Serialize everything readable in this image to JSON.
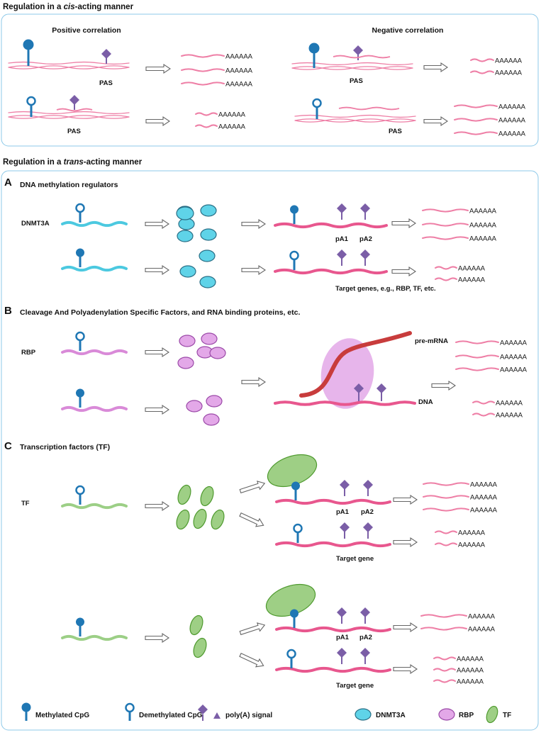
{
  "colors": {
    "mrna": "#e8578e",
    "mrna_light": "#ee7fa6",
    "pa_signal": "#7b5ea7",
    "cpg": "#1f77b4",
    "dnmt3a_fill": "#5fd3e8",
    "dnmt3a_stroke": "#2a6f86",
    "dnmt3a_gene": "#4cc9e0",
    "rbp_fill": "#e3a8e8",
    "rbp_stroke": "#9b4aa8",
    "rbp_gene": "#d98ad8",
    "tf_fill": "#9ecf85",
    "tf_stroke": "#4f9a2f",
    "tf_gene": "#9ccf86",
    "premrna": "#c83c3c",
    "frame": "#8cc8e8",
    "arrow": "#666666"
  },
  "cis": {
    "title_prefix": "Regulation in a ",
    "title_italic": "cis",
    "title_suffix": "-acting manner",
    "positive": "Positive correlation",
    "negative": "Negative correlation",
    "pas": "PAS",
    "polyA": "AAAAAA"
  },
  "trans": {
    "title_prefix": "Regulation in a ",
    "title_italic": "trans",
    "title_suffix": "-acting manner",
    "panelA": {
      "letter": "A",
      "title": "DNA methylation regulators",
      "gene": "DNMT3A",
      "pa1": "pA1",
      "pa2": "pA2",
      "targets": "Target genes, e.g., RBP, TF, etc."
    },
    "panelB": {
      "letter": "B",
      "title": "Cleavage And Polyadenylation Specific Factors, and RNA binding proteins, etc.",
      "gene": "RBP",
      "premrna": "pre-mRNA",
      "dna": "DNA"
    },
    "panelC": {
      "letter": "C",
      "title": "Transcription factors (TF)",
      "gene": "TF",
      "pa1": "pA1",
      "pa2": "pA2",
      "target": "Target gene"
    }
  },
  "legend": {
    "methylated": "Methylated CpG",
    "demethylated": "Demethylated CpG",
    "polyA_signal": "poly(A) signal",
    "dnmt3a": "DNMT3A",
    "rbp": "RBP",
    "tf": "TF"
  }
}
